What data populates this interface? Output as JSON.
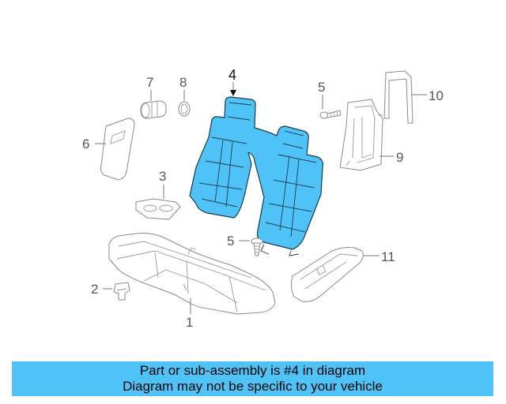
{
  "diagram": {
    "callouts": {
      "c1": "1",
      "c2": "2",
      "c3": "3",
      "c4": "4",
      "c5a": "5",
      "c5b": "5",
      "c6": "6",
      "c7": "7",
      "c8": "8",
      "c9": "9",
      "c10": "10",
      "c11": "11"
    },
    "highlighted_part": "4",
    "highlight_color": "#4fc3f7"
  },
  "banner": {
    "line1": "Part or sub-assembly is #4 in diagram",
    "line2": "Diagram may not be specific to your vehicle",
    "background": "#4fc3f7"
  }
}
